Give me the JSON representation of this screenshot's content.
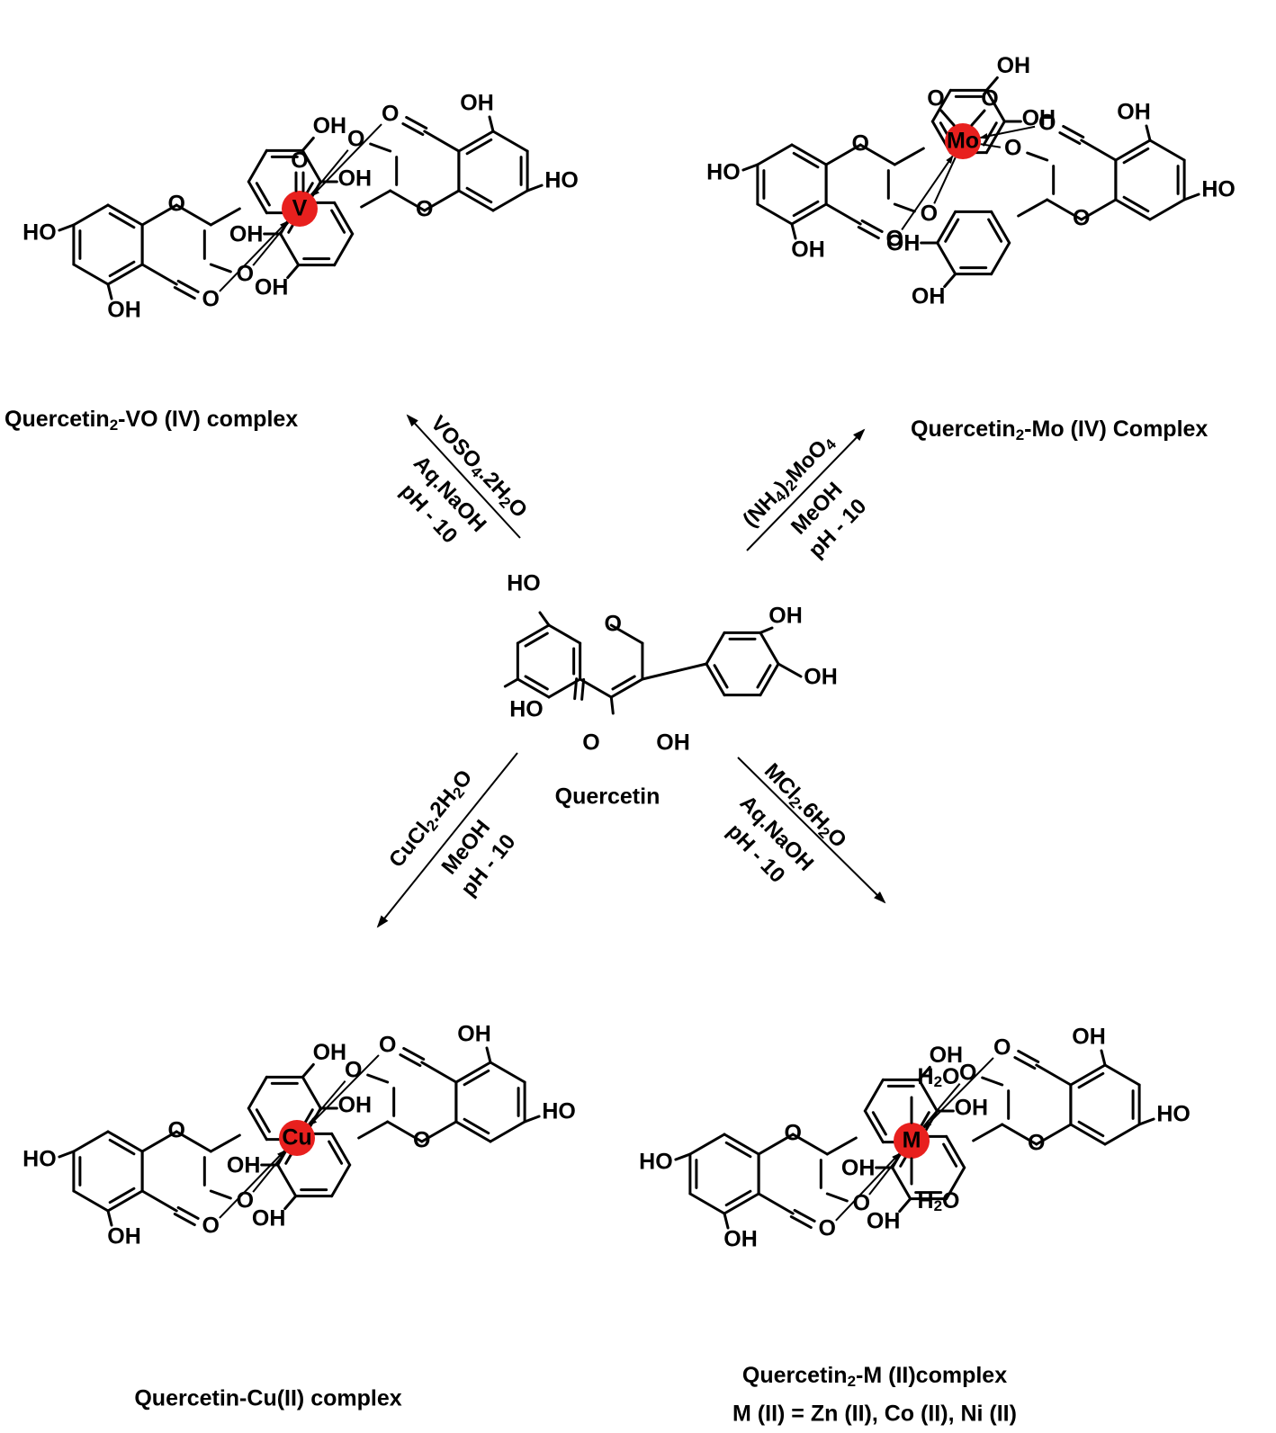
{
  "colors": {
    "metal_highlight": "#e8201e",
    "ink": "#000000",
    "background": "#ffffff"
  },
  "atoms": {
    "hydroxyl": "OH",
    "hydroxyl_left": "HO",
    "oxygen": "O"
  },
  "water": {
    "main": "H",
    "sub": "2",
    "tail": "O"
  },
  "center": {
    "caption": "Quercetin"
  },
  "products": {
    "vo": {
      "metal": "V",
      "caption_pre": "Quercetin",
      "caption_sub": "2",
      "caption_post": "-VO (IV) complex"
    },
    "mo": {
      "metal": "Mo",
      "caption_pre": "Quercetin",
      "caption_sub": "2",
      "caption_post": "-Mo (IV) Complex"
    },
    "cu": {
      "metal": "Cu",
      "caption": "Quercetin-Cu(II) complex"
    },
    "m": {
      "metal": "M",
      "caption_pre": "Quercetin",
      "caption_sub": "2",
      "caption_post": "-M (II)complex",
      "note": "M (II) =  Zn (II), Co (II), Ni (II)"
    }
  },
  "conditions": {
    "vo": {
      "reagent": [
        "VOSO",
        "4",
        ".2H",
        "2",
        "O"
      ],
      "line2": "Aq.NaOH",
      "line3": "pH - 10"
    },
    "mo": {
      "reagent": [
        "(NH",
        "4",
        ")",
        "2",
        "MoO",
        "4"
      ],
      "line2": "MeOH",
      "line3": "pH - 10"
    },
    "cu": {
      "reagent": [
        "CuCl",
        "2",
        ".2H",
        "2",
        "O"
      ],
      "line2": "MeOH",
      "line3": "pH - 10"
    },
    "m": {
      "reagent": [
        "MCl",
        "2",
        ".6H",
        "2",
        "O"
      ],
      "line2": "Aq.NaOH",
      "line3": "pH - 10"
    }
  }
}
